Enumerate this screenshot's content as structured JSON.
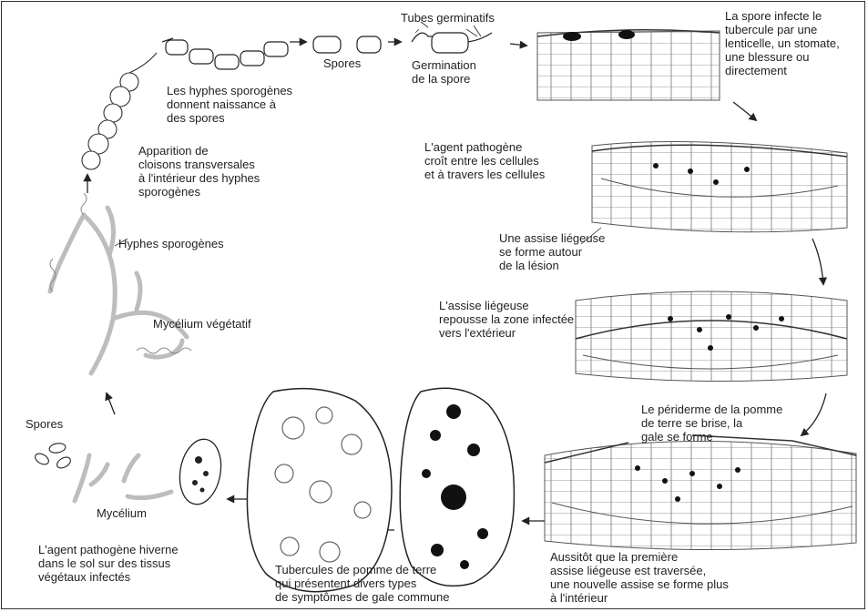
{
  "labels": {
    "spores_top": "Spores",
    "tubes_germinatifs": "Tubes germinatifs",
    "germination": "Germination\nde la spore",
    "spore_infects": "La spore infecte le\ntubercule par une\nlenticelle, un stomate,\nune blessure ou\ndirectement",
    "hyphes_donnent": "Les hyphes sporogènes\ndonnent naissance à\ndes spores",
    "apparition": "Apparition de\ncloisons transversales\nà l'intérieur des hyphes\nsporogènes",
    "agent_croit": "L'agent pathogène\ncroît entre les cellules\net à travers les cellules",
    "hyphes_sporogenes": "Hyphes sporogènes",
    "assise_forme": "Une assise liégeuse\nse forme autour\nde la lésion",
    "mycelium_vegetatif": "Mycélium végétatif",
    "assise_repousse": "L'assise liégeuse\nrepousse la zone infectée\nvers l'extérieur",
    "periderme": "Le périderme de la pomme\nde terre se brise, la\ngale se forme",
    "spores_bottom": "Spores",
    "mycelium": "Mycélium",
    "agent_hiverne": "L'agent pathogène hiverne\ndans le sol sur des tissus\nvégétaux infectés",
    "tubercules": "Tubercules de pomme de terre\nqui présentent divers types\nde symptômes de gale commune",
    "aussitot": "Aussitôt que la première\nassise liégeuse est traversée,\nune nouvelle assise se forme plus\nà l'intérieur"
  },
  "colors": {
    "ink": "#222222",
    "hypha": "#bdbdbd",
    "lesion": "#111111"
  }
}
